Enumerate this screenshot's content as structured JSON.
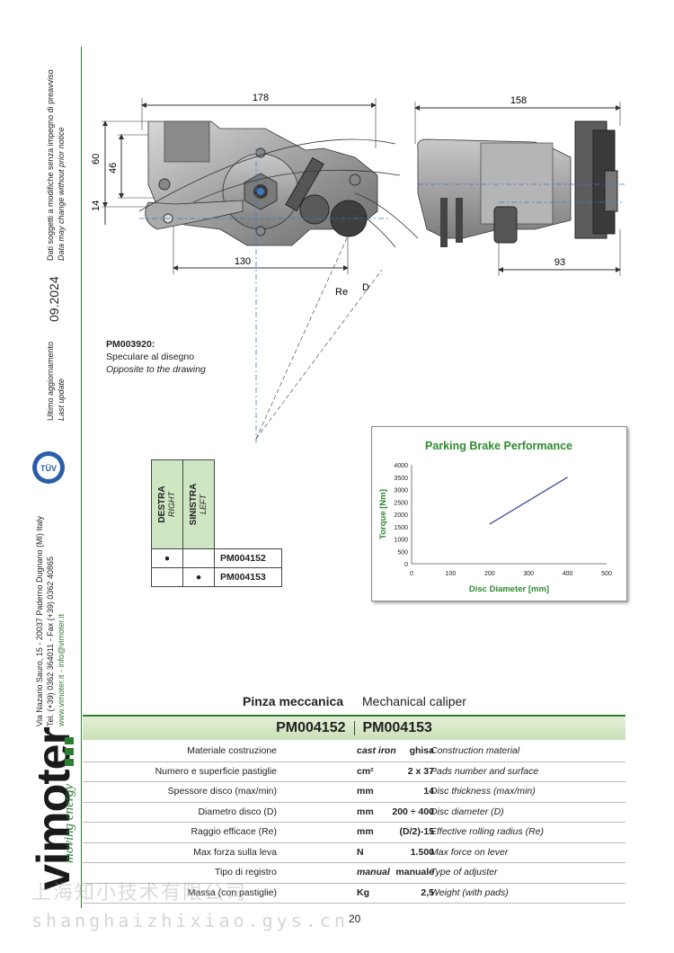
{
  "sidebar": {
    "logo_word": "vimoter",
    "logo_tag": "moving energy",
    "address_line1": "Via Nazario Sauro, 15 - 20037 Paderno Dugnano (MI) Italy",
    "address_line2": "Tel. (+39) 0362 364011 - Fax (+39) 0362 40865",
    "web": "www.vimoter.it - info@vimoter.it",
    "update_it": "Ultimo aggiornamento",
    "update_en": "Last update",
    "date": "09.2024",
    "notice_it": "Dati soggetti a modifiche senza impegno di preavviso",
    "notice_en": "Data may change without prior notice",
    "tuv": "TÜV"
  },
  "drawing": {
    "dim_178": "178",
    "dim_158": "158",
    "dim_60": "60",
    "dim_46": "46",
    "dim_14": "14",
    "dim_130": "130",
    "dim_93": "93",
    "label_re": "Re",
    "label_d": "D"
  },
  "note": {
    "code": "PM003920:",
    "line_it": "Speculare al disegno",
    "line_en": "Opposite to the drawing"
  },
  "side_table": {
    "destra": "DESTRA",
    "right": "RIGHT",
    "sinistra": "SINISTRA",
    "left": "LEFT",
    "rows": [
      {
        "destra": "●",
        "sinistra": "",
        "code": "PM004152"
      },
      {
        "destra": "",
        "sinistra": "●",
        "code": "PM004153"
      }
    ]
  },
  "chart_data": {
    "type": "line",
    "title": "Parking Brake Performance",
    "xlabel": "Disc Diameter [mm]",
    "ylabel": "Torque [Nm]",
    "xlim": [
      0,
      500
    ],
    "ylim": [
      0,
      4000
    ],
    "xticks": [
      0,
      100,
      200,
      300,
      400,
      500
    ],
    "yticks": [
      0,
      500,
      1000,
      1500,
      2000,
      2500,
      3000,
      3500,
      4000
    ],
    "series": [
      {
        "x": [
          200,
          400
        ],
        "y": [
          1600,
          3500
        ],
        "color": "#2b3a8c"
      }
    ],
    "title_color": "#2e8b2e"
  },
  "spec": {
    "title_it": "Pinza meccanica",
    "title_en": "Mechanical caliper",
    "code_a": "PM004152",
    "code_b": "PM004153",
    "rows": [
      {
        "it": "Materiale costruzione",
        "val": "ghisa",
        "unit": "cast iron",
        "en": "Construction material"
      },
      {
        "it": "Numero e superficie pastiglie",
        "val": "2 x 37",
        "unit": "cm²",
        "en": "Pads number and surface"
      },
      {
        "it": "Spessore disco (max/min)",
        "val": "14",
        "unit": "mm",
        "en": "Disc thickness (max/min)"
      },
      {
        "it": "Diametro disco (D)",
        "val": "200 ÷ 400",
        "unit": "mm",
        "en": "Disc diameter (D)"
      },
      {
        "it": "Raggio efficace (Re)",
        "val": "(D/2)-15",
        "unit": "mm",
        "en": "Effective rolling radius (Re)"
      },
      {
        "it": "Max forza sulla leva",
        "val": "1.500",
        "unit": "N",
        "en": "Max force on lever"
      },
      {
        "it": "Tipo di registro",
        "val": "manuale",
        "unit": "manual",
        "en": "Type of adjuster"
      },
      {
        "it": "Massa (con pastiglie)",
        "val": "2,5",
        "unit": "Kg",
        "en": "Weight (with pads)"
      }
    ]
  },
  "page_number": "20",
  "watermark_cn": "上海知小技术有限公司",
  "watermark_url": "shanghaizhixiao.gys.cn"
}
